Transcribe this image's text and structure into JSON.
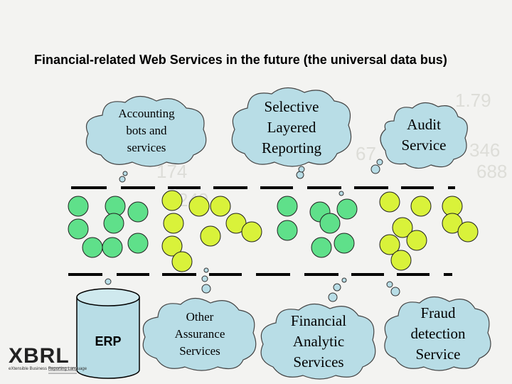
{
  "title": "Financial-related Web Services in the future (the universal data bus)",
  "clouds": {
    "accounting": "Accounting bots and services",
    "selective": "Selective Layered Reporting",
    "audit": "Audit Service",
    "other_assurance": "Other Assurance Services",
    "financial_analytic": "Financial Analytic Services",
    "fraud": "Fraud detection Service"
  },
  "erp_label": "ERP",
  "logo": {
    "name": "XBRL",
    "tagline": "eXtensible Business Reporting Language"
  },
  "colors": {
    "cloud_fill": "#b8dde6",
    "node_green": "#5fe08a",
    "node_yellow": "#d9f23a",
    "bus_line": "#000000",
    "cylinder_fill": "#b8dde6"
  }
}
